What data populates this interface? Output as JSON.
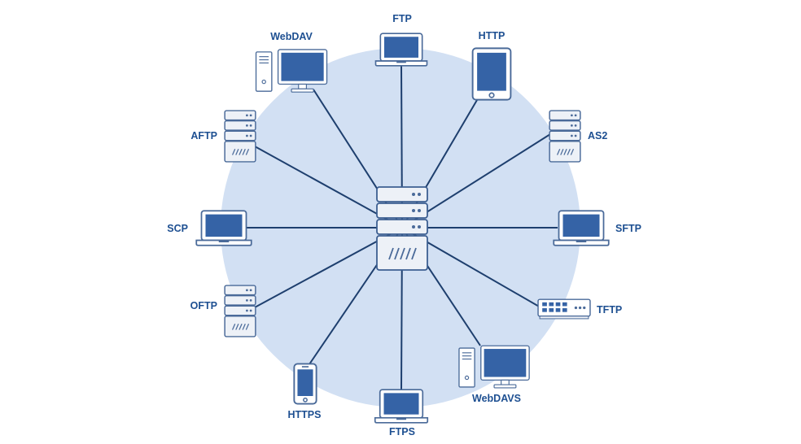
{
  "diagram": {
    "hub": {
      "icon": "server-rack-icon"
    },
    "nodes": [
      {
        "id": "ftp",
        "label": "FTP",
        "icon": "laptop-icon"
      },
      {
        "id": "http",
        "label": "HTTP",
        "icon": "tablet-icon"
      },
      {
        "id": "as2",
        "label": "AS2",
        "icon": "server-icon"
      },
      {
        "id": "sftp",
        "label": "SFTP",
        "icon": "laptop-icon"
      },
      {
        "id": "tftp",
        "label": "TFTP",
        "icon": "network-switch-icon"
      },
      {
        "id": "webdavs",
        "label": "WebDAVS",
        "icon": "desktop-computer-icon"
      },
      {
        "id": "ftps",
        "label": "FTPS",
        "icon": "laptop-icon"
      },
      {
        "id": "https",
        "label": "HTTPS",
        "icon": "smartphone-icon"
      },
      {
        "id": "oftp",
        "label": "OFTP",
        "icon": "server-icon"
      },
      {
        "id": "scp",
        "label": "SCP",
        "icon": "laptop-icon"
      },
      {
        "id": "aftp",
        "label": "AFTP",
        "icon": "server-icon"
      },
      {
        "id": "webdav",
        "label": "WebDAV",
        "icon": "desktop-computer-icon"
      }
    ],
    "colors": {
      "circle_fill": "#d2e0f3",
      "line": "#1e3f6e",
      "label": "#1d4f91",
      "screen": "#3563a6",
      "device_outline": "#4a6a99"
    }
  }
}
